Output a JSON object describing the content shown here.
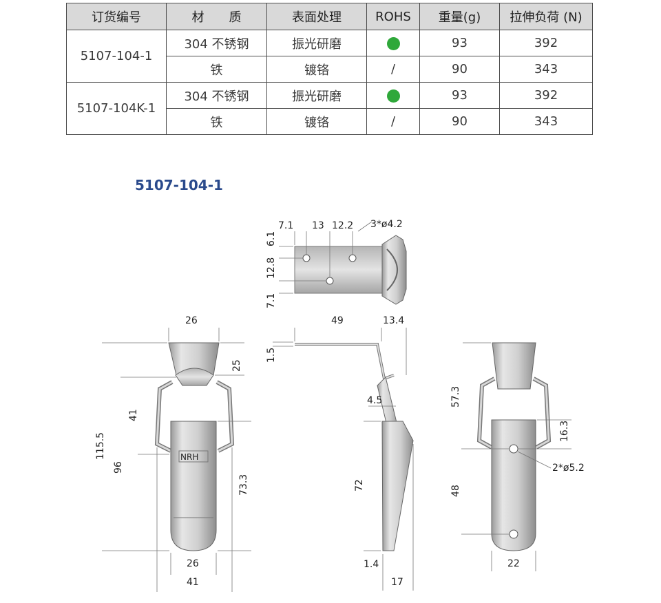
{
  "table": {
    "headers": [
      "订货编号",
      "材　　质",
      "表面处理",
      "ROHS",
      "重量(g)",
      "拉伸负荷 (N)"
    ],
    "rows": [
      {
        "model": "5107-104-1",
        "variants": [
          {
            "material": "304 不锈钢",
            "finish": "振光研磨",
            "rohs": "dot",
            "weight": "93",
            "load": "392"
          },
          {
            "material": "铁",
            "finish": "镀铬",
            "rohs": "/",
            "weight": "90",
            "load": "343"
          }
        ]
      },
      {
        "model": "5107-104K-1",
        "variants": [
          {
            "material": "304 不锈钢",
            "finish": "振光研磨",
            "rohs": "dot",
            "weight": "93",
            "load": "392"
          },
          {
            "material": "铁",
            "finish": "镀铬",
            "rohs": "/",
            "weight": "90",
            "load": "343"
          }
        ]
      }
    ],
    "rohs_color": "#2fa83a"
  },
  "drawing": {
    "title": "5107-104-1",
    "logo": "NRH",
    "top_view": {
      "d1": "7.1",
      "d2": "13",
      "d3": "12.2",
      "holes": "3*ø4.2",
      "v1": "6.1",
      "v2": "12.8",
      "v3": "7.1"
    },
    "front_view": {
      "top_width": "26",
      "height_25": "25",
      "height_41": "41",
      "total": "115.5",
      "h96": "96",
      "h73": "73.3",
      "w26": "26",
      "w41": "41"
    },
    "side_view": {
      "w49": "49",
      "w13": "13.4",
      "t15": "1.5",
      "r45": "4.5",
      "h72": "72",
      "t14": "1.4",
      "w17": "17"
    },
    "back_view": {
      "h57": "57.3",
      "h16": "16.3",
      "holes": "2*ø5.2",
      "h48": "48",
      "w22": "22"
    }
  }
}
